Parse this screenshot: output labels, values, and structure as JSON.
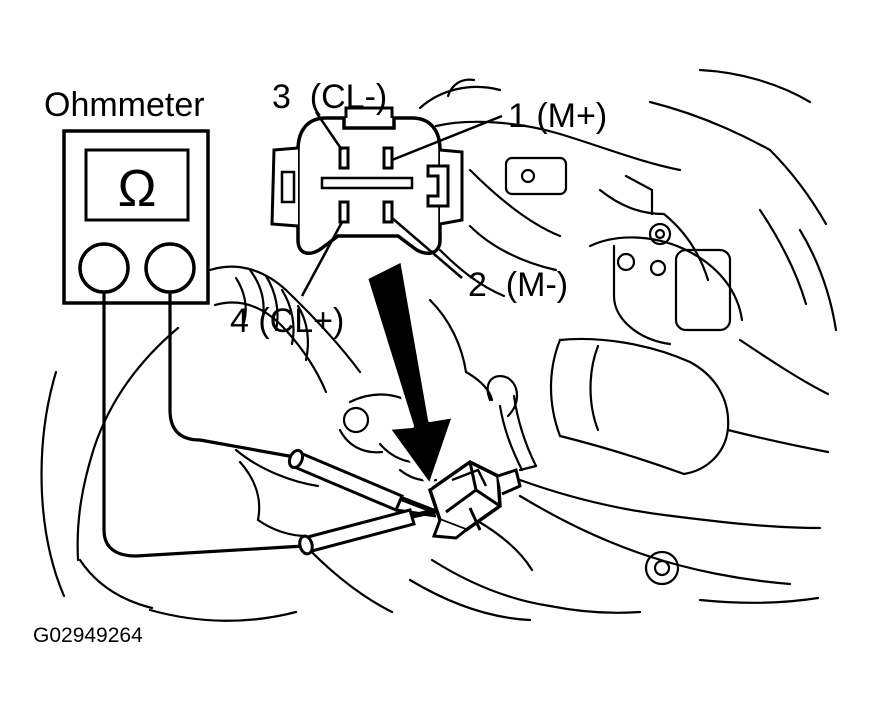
{
  "labels": {
    "ohmmeter": "Ohmmeter",
    "ohm_symbol": "Ω",
    "pin3": "3  (CL-)",
    "pin1": "1 (M+)",
    "pin2": "2  (M-)",
    "pin4": "4 (CL+)"
  },
  "figure_code": "G02949264"
}
